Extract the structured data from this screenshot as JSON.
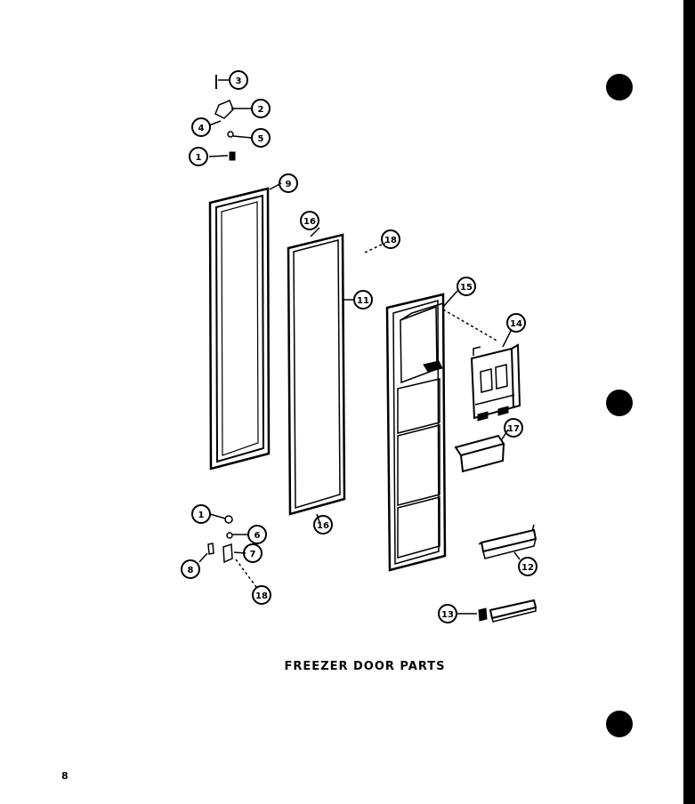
{
  "caption": "FREEZER DOOR PARTS",
  "page_number": "8",
  "callouts": {
    "c1a": "1",
    "c2": "2",
    "c3": "3",
    "c4": "4",
    "c5": "5",
    "c9": "9",
    "c16a": "16",
    "c18a": "18",
    "c11": "11",
    "c15": "15",
    "c14": "14",
    "c17": "17",
    "c16b": "16",
    "c1b": "1",
    "c6": "6",
    "c7": "7",
    "c8": "8",
    "c18b": "18",
    "c12": "12",
    "c13": "13"
  }
}
